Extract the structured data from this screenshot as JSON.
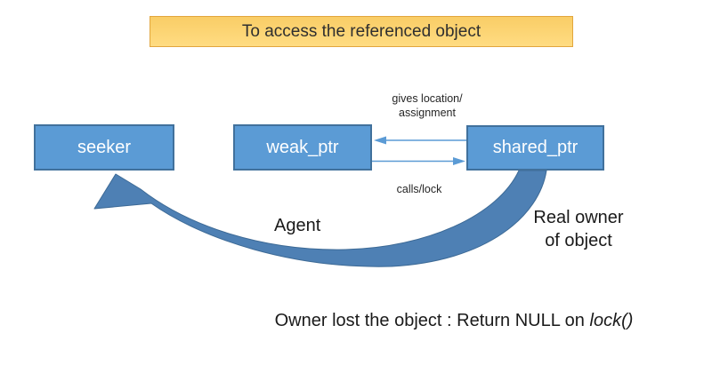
{
  "title": {
    "text": "To access the referenced object"
  },
  "nodes": {
    "seeker": {
      "label": "seeker"
    },
    "weak_ptr": {
      "label": "weak_ptr"
    },
    "shared_ptr": {
      "label": "shared_ptr"
    }
  },
  "edge_labels": {
    "gives_line1": "gives location/",
    "gives_line2": "assignment",
    "calls": "calls/lock"
  },
  "annotations": {
    "agent": "Agent",
    "real_owner_line1": "Real owner",
    "real_owner_line2": "of object"
  },
  "footer": {
    "text": "Owner lost the object : Return NULL on ",
    "italic": "lock()"
  },
  "colors": {
    "node_fill": "#5B9BD5",
    "node_border": "#41719C",
    "title_fill_top": "#F9CD66",
    "title_fill_bottom": "#FFDC82",
    "title_border": "#E2A63D",
    "connector": "#5B9BD5",
    "swoosh": "#4E80B4",
    "swoosh_edge": "#3D6A96"
  }
}
